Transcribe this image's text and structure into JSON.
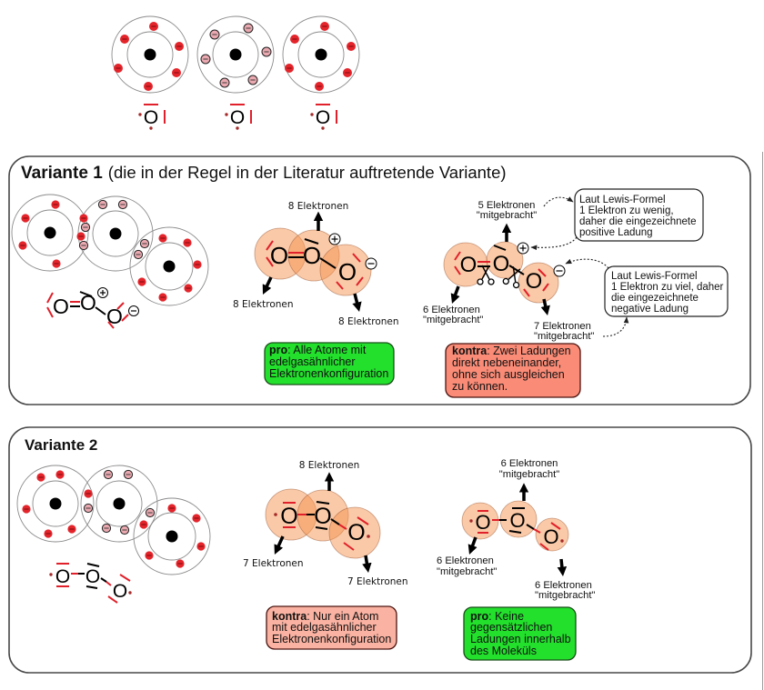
{
  "colors": {
    "electron_red": "#e3242b",
    "electron_pink": "#eaa9b0",
    "lone_pair_red": "#e0202a",
    "atom_sphere": "#f5934f",
    "pro_green": "#22e02c",
    "contra_v1": "#f98b77",
    "contra_v2": "#fab2a2"
  },
  "element_symbol": "O",
  "charges": {
    "positive": "+",
    "negative": "−"
  },
  "top_row": {
    "atoms": [
      {
        "symbol": "O",
        "valence_electrons": 6,
        "electron_style": "red"
      },
      {
        "symbol": "O",
        "valence_electrons": 6,
        "electron_style": "pink"
      },
      {
        "symbol": "O",
        "valence_electrons": 6,
        "electron_style": "red"
      }
    ]
  },
  "variant1": {
    "title": "Variante 1",
    "subtitle": "(die in der Regel in der Literatur auftretende Variante)",
    "lewis_formula": {
      "atoms": [
        "O",
        "O",
        "O"
      ],
      "bonds": [
        "double",
        "single"
      ],
      "charges": [
        "",
        "+",
        "−"
      ]
    },
    "octet_view": {
      "top_label": "8 Elektronen",
      "left_label": "8 Elektronen",
      "right_label": "8 Elektronen"
    },
    "contribution_view": {
      "top_label": [
        "5 Elektronen",
        "\"mitgebracht\""
      ],
      "left_label": [
        "6 Elektronen",
        "\"mitgebracht\""
      ],
      "right_label": [
        "7 Elektronen",
        "\"mitgebracht\""
      ]
    },
    "callouts": [
      {
        "lines": [
          "Laut Lewis-Formel",
          "1 Elektron zu wenig,",
          "daher die eingezeichnete",
          "positive Ladung"
        ]
      },
      {
        "lines": [
          "Laut Lewis-Formel",
          "1 Elektron zu viel, daher",
          "die eingezeichnete",
          "negative Ladung"
        ]
      }
    ],
    "pro": {
      "keyword": "pro",
      "lines": [
        ": Alle Atome mit",
        "edelgasähnlicher",
        "Elektronenkonfiguration"
      ]
    },
    "contra": {
      "keyword": "kontra",
      "lines": [
        ": Zwei Ladungen",
        "direkt nebeneinander,",
        "ohne sich ausgleichen",
        "zu können."
      ]
    }
  },
  "variant2": {
    "title": "Variante 2",
    "lewis_formula": {
      "atoms": [
        "O",
        "O",
        "O"
      ],
      "bonds": [
        "single",
        "single"
      ],
      "charges": [
        "",
        "",
        ""
      ]
    },
    "octet_view": {
      "top_label": "8 Elektronen",
      "left_label": "7 Elektronen",
      "right_label": "7 Elektronen"
    },
    "contribution_view": {
      "top_label": [
        "6 Elektronen",
        "\"mitgebracht\""
      ],
      "left_label": [
        "6 Elektronen",
        "\"mitgebracht\""
      ],
      "right_label": [
        "6 Elektronen",
        "\"mitgebracht\""
      ]
    },
    "contra": {
      "keyword": "kontra",
      "lines": [
        ": Nur ein Atom",
        "mit edelgasähnlicher",
        "Elektronenkonfiguration"
      ]
    },
    "pro": {
      "keyword": "pro",
      "lines": [
        ": Keine",
        "gegensätzlichen",
        "Ladungen innerhalb",
        "des Moleküls"
      ]
    }
  }
}
